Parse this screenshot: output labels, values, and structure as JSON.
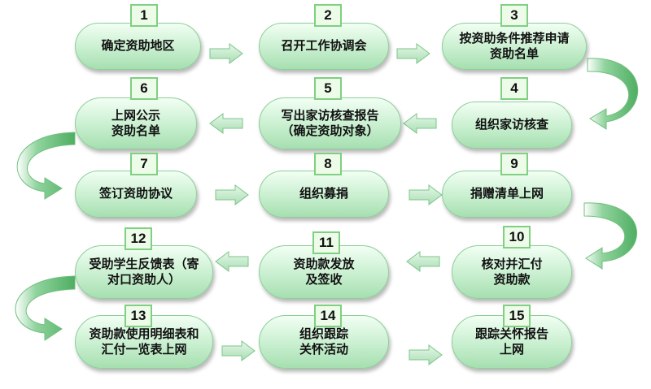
{
  "steps": [
    {
      "num": "1",
      "label": "确定资助地区"
    },
    {
      "num": "2",
      "label": "召开工作协调会"
    },
    {
      "num": "3",
      "label": "按资助条件推荐申请\n资助名单"
    },
    {
      "num": "4",
      "label": "组织家访核查"
    },
    {
      "num": "5",
      "label": "写出家访核查报告\n（确定资助对象）"
    },
    {
      "num": "6",
      "label": "上网公示\n资助名单"
    },
    {
      "num": "7",
      "label": "签订资助协议"
    },
    {
      "num": "8",
      "label": "组织募捐"
    },
    {
      "num": "9",
      "label": "捐赠清单上网"
    },
    {
      "num": "10",
      "label": "核对并汇付\n资助款"
    },
    {
      "num": "11",
      "label": "资助款发放\n及签收"
    },
    {
      "num": "12",
      "label": "受助学生反馈表（寄\n对口资助人）"
    },
    {
      "num": "13",
      "label": "资助款使用明细表和\n汇付一览表上网"
    },
    {
      "num": "14",
      "label": "组织跟踪\n关怀活动"
    },
    {
      "num": "15",
      "label": "跟踪关怀报告\n上网"
    }
  ]
}
